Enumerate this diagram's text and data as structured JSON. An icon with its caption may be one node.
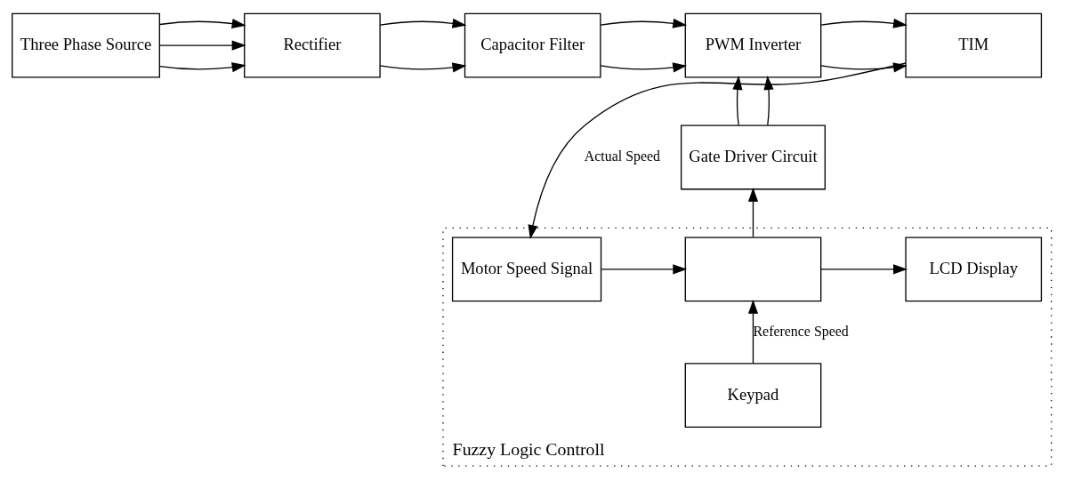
{
  "diagram": {
    "nodes": [
      {
        "text": [
          "Three Phase Source"
        ]
      },
      {
        "text": [
          "Rectifier"
        ]
      },
      {
        "text": [
          "Capacitor Filter"
        ]
      },
      {
        "text": [
          "PWM Inverter"
        ]
      },
      {
        "text": [
          "TIM"
        ]
      },
      {
        "text": [
          "Gate Driver Circuit"
        ]
      },
      {
        "text": [
          "Fuzzy Logic Controll"
        ]
      },
      {
        "text": [
          "LCD Display"
        ],
        "in": 6
      },
      {
        "text": [],
        "shape": "box",
        "in": 6
      },
      {
        "text": [
          "Motor Speed Signal"
        ],
        "in": 6
      },
      {
        "text": [
          "Keypad"
        ],
        "in": 6
      }
    ],
    "edges": [
      {
        "from": 0,
        "to": 1,
        "arrow": "to"
      },
      {
        "from": 0,
        "to": 1,
        "arrow": "to"
      },
      {
        "from": 0,
        "to": 1,
        "arrow": "to"
      },
      {
        "from": 1,
        "to": 2,
        "arrow": "to"
      },
      {
        "from": 1,
        "to": 2,
        "arrow": "to"
      },
      {
        "from": 2,
        "to": 3,
        "arrow": "to"
      },
      {
        "from": 2,
        "to": 3,
        "arrow": "to"
      },
      {
        "from": 3,
        "to": 4,
        "arrow": "to"
      },
      {
        "from": 3,
        "to": 4,
        "arrow": "to"
      },
      {
        "from": 5,
        "to": 3,
        "arrow": "to"
      },
      {
        "from": 5,
        "to": 3,
        "arrow": "to"
      },
      {
        "from": 4,
        "to": 9,
        "arrow": "to",
        "label": "Actual Speed"
      },
      {
        "from": 9,
        "to": 8,
        "arrow": "to"
      },
      {
        "from": 8,
        "to": 7,
        "arrow": "to"
      },
      {
        "from": 8,
        "to": 5,
        "arrow": "to"
      },
      {
        "from": 10,
        "to": 8,
        "arrow": "to",
        "label": "Reference Speed"
      }
    ]
  }
}
